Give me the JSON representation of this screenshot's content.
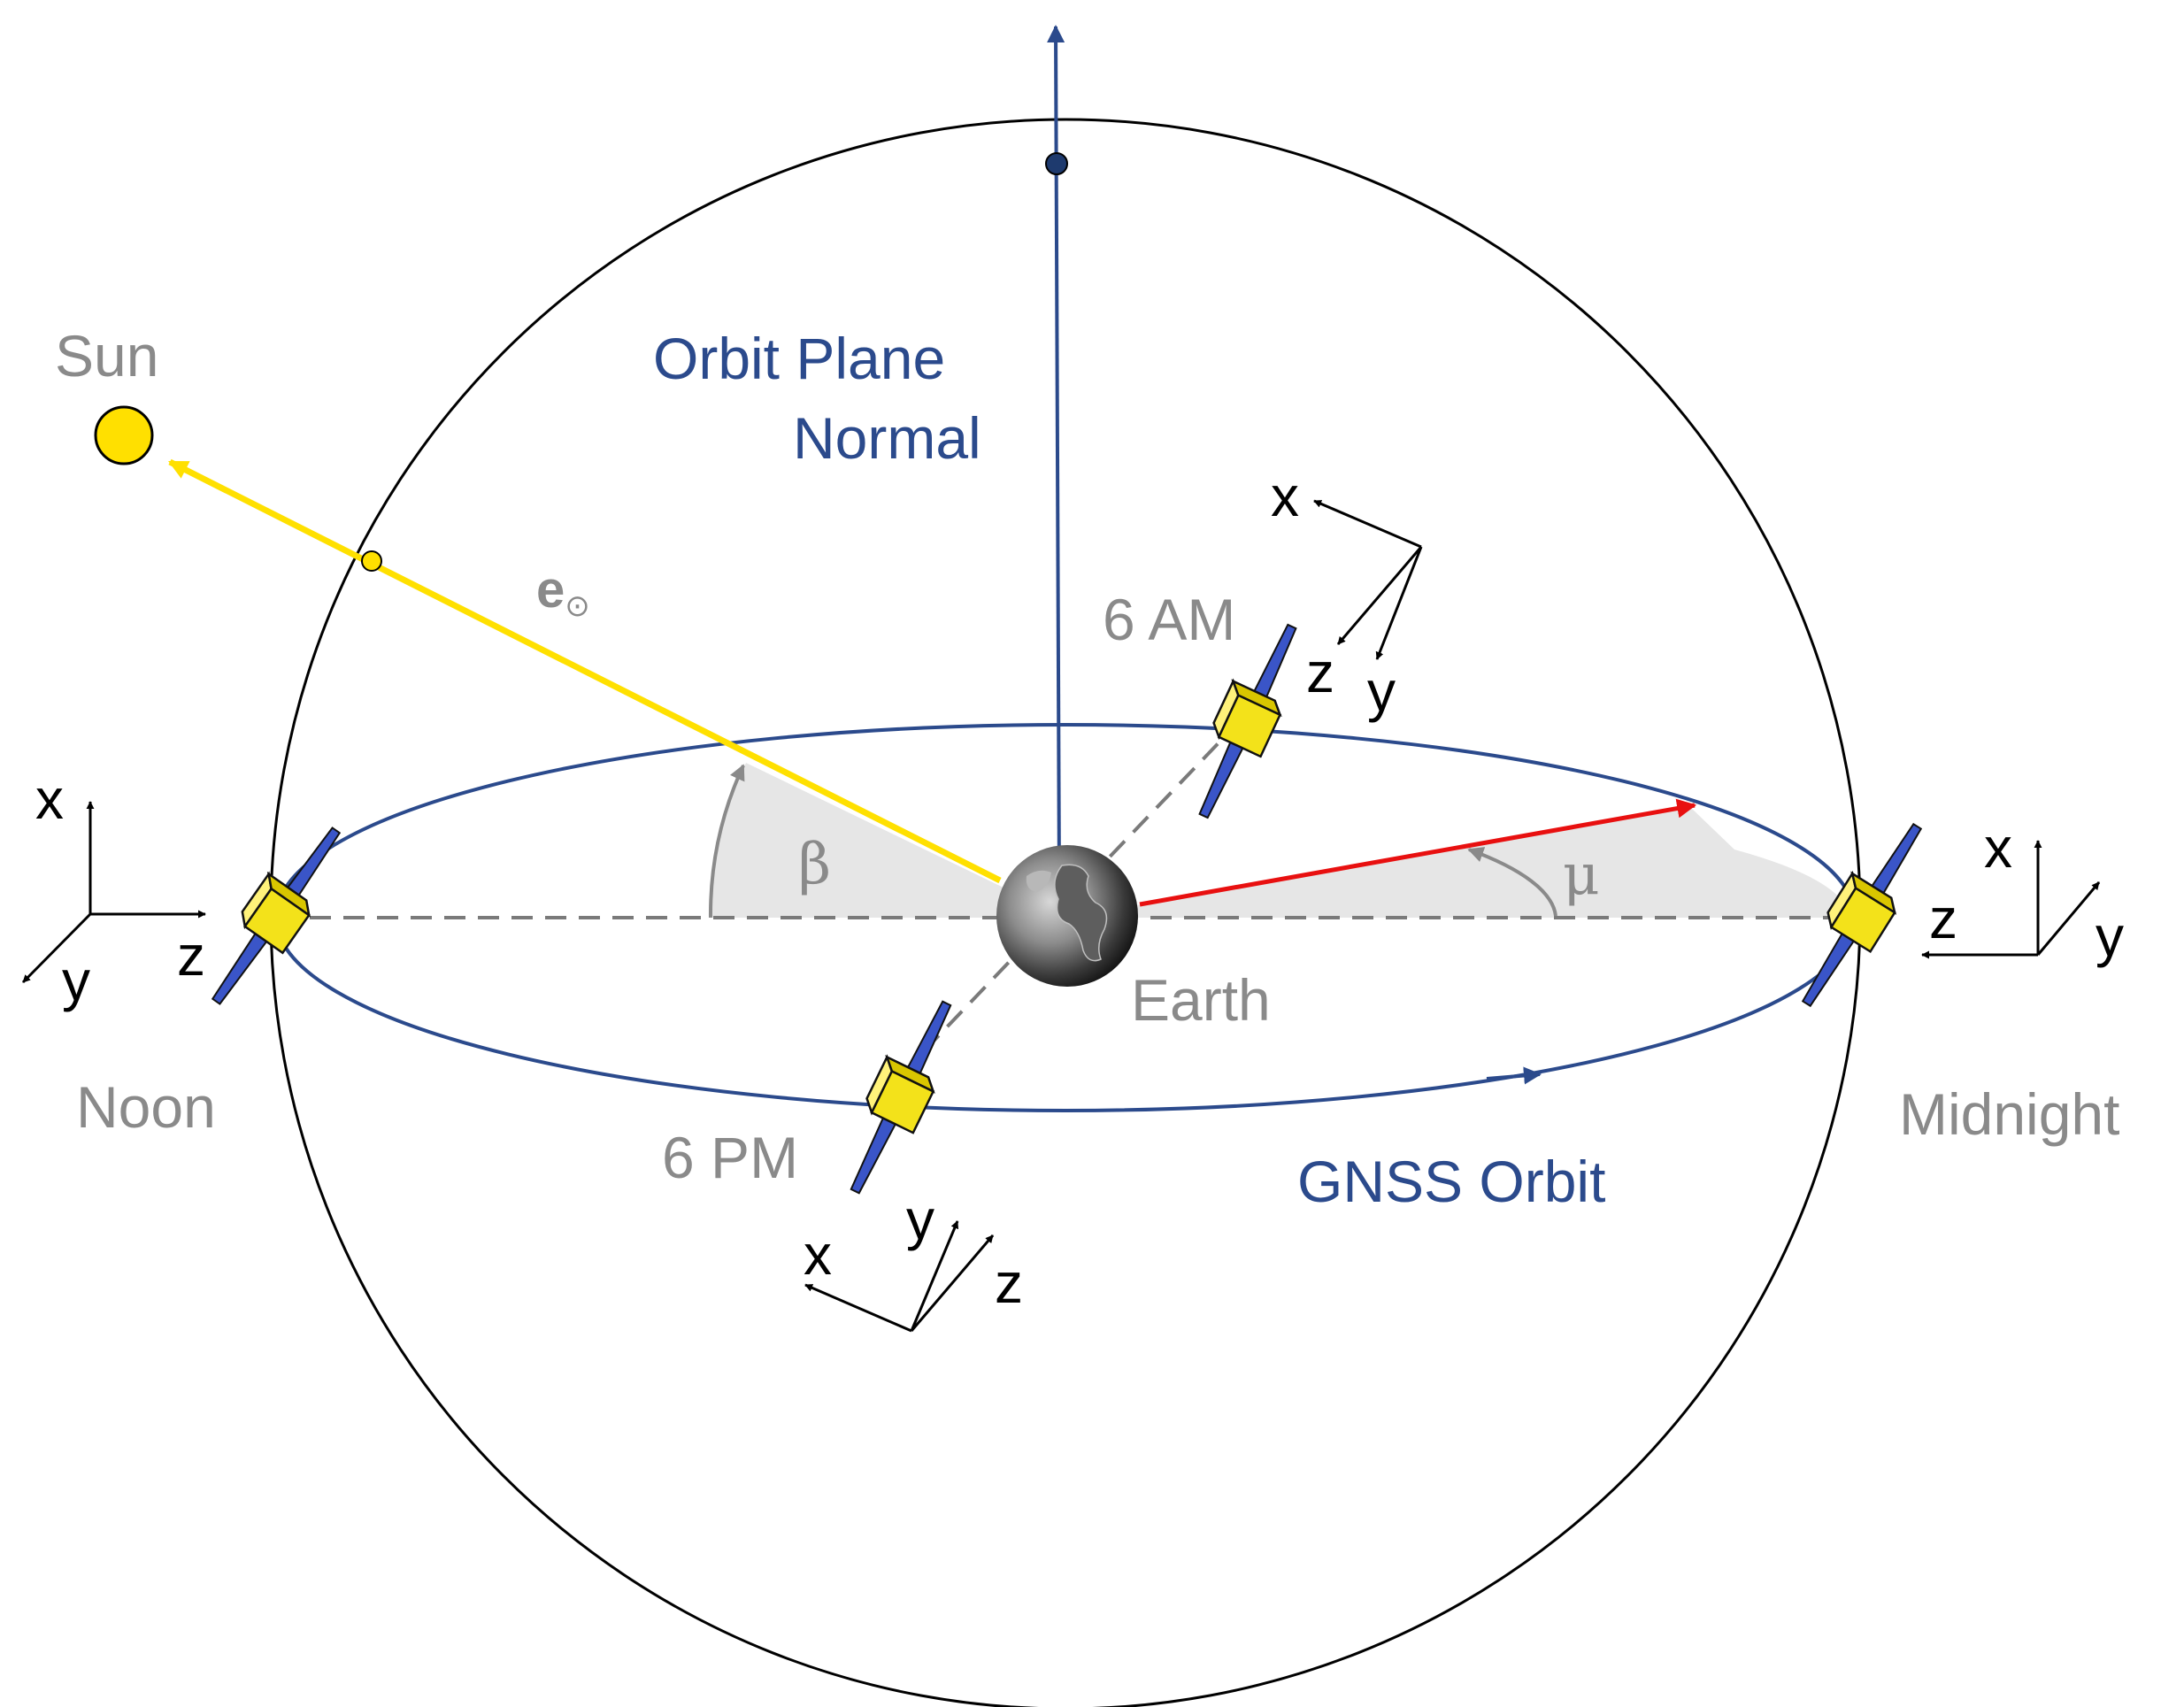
{
  "labels": {
    "sun": "Sun",
    "normal_line1": "Orbit Plane",
    "normal_line2": "Normal",
    "sun_vector": "e",
    "sun_vector_sub": "⊙",
    "beta": "β",
    "mu": "μ",
    "earth": "Earth",
    "orbit": "GNSS Orbit",
    "noon": "Noon",
    "midnight": "Midnight",
    "six_am": "6 AM",
    "six_pm": "6 PM"
  },
  "axes": {
    "x": "x",
    "y": "y",
    "z": "z"
  },
  "colors": {
    "orbit_blue": "#2b4a8c",
    "sun_yellow": "#ffe000",
    "mu_red": "#e81010",
    "label_gray": "#8a8a8a",
    "panel_blue": "#3a55c8",
    "bus_yellow": "#f3e21a"
  },
  "icons": {
    "sun": "sun-icon",
    "earth": "earth-globe-icon",
    "satellite": "gnss-satellite-icon"
  }
}
